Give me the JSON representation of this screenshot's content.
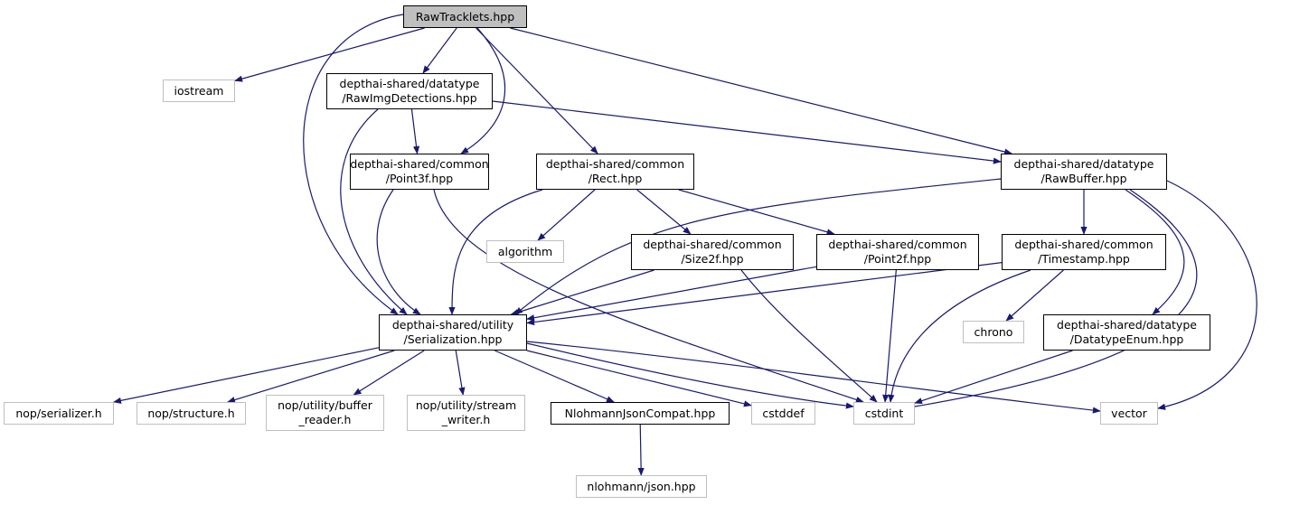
{
  "diagram": {
    "title": "RawTracklets.hpp include dependency graph",
    "edge_color": "#191970",
    "root_fill": "#bfbfbf",
    "external_border": "#bfbfbf",
    "nodes": [
      {
        "id": "root",
        "lines": [
          "RawTracklets.hpp"
        ],
        "kind": "root"
      },
      {
        "id": "iostream",
        "lines": [
          "iostream"
        ],
        "kind": "external"
      },
      {
        "id": "rawimgdet",
        "lines": [
          "depthai-shared/datatype",
          "/RawImgDetections.hpp"
        ],
        "kind": "internal"
      },
      {
        "id": "point3f",
        "lines": [
          "depthai-shared/common",
          "/Point3f.hpp"
        ],
        "kind": "internal"
      },
      {
        "id": "rect",
        "lines": [
          "depthai-shared/common",
          "/Rect.hpp"
        ],
        "kind": "internal"
      },
      {
        "id": "rawbuffer",
        "lines": [
          "depthai-shared/datatype",
          "/RawBuffer.hpp"
        ],
        "kind": "internal"
      },
      {
        "id": "algorithm",
        "lines": [
          "algorithm"
        ],
        "kind": "external"
      },
      {
        "id": "size2f",
        "lines": [
          "depthai-shared/common",
          "/Size2f.hpp"
        ],
        "kind": "internal"
      },
      {
        "id": "point2f",
        "lines": [
          "depthai-shared/common",
          "/Point2f.hpp"
        ],
        "kind": "internal"
      },
      {
        "id": "timestamp",
        "lines": [
          "depthai-shared/common",
          "/Timestamp.hpp"
        ],
        "kind": "internal"
      },
      {
        "id": "serialization",
        "lines": [
          "depthai-shared/utility",
          "/Serialization.hpp"
        ],
        "kind": "internal"
      },
      {
        "id": "chrono",
        "lines": [
          "chrono"
        ],
        "kind": "external"
      },
      {
        "id": "datatypeenum",
        "lines": [
          "depthai-shared/datatype",
          "/DatatypeEnum.hpp"
        ],
        "kind": "internal"
      },
      {
        "id": "nopserializer",
        "lines": [
          "nop/serializer.h"
        ],
        "kind": "external"
      },
      {
        "id": "nopstructure",
        "lines": [
          "nop/structure.h"
        ],
        "kind": "external"
      },
      {
        "id": "nopbufreader",
        "lines": [
          "nop/utility/buffer",
          "_reader.h"
        ],
        "kind": "external"
      },
      {
        "id": "nopstreamwriter",
        "lines": [
          "nop/utility/stream",
          "_writer.h"
        ],
        "kind": "external"
      },
      {
        "id": "nlohmanncompat",
        "lines": [
          "NlohmannJsonCompat.hpp"
        ],
        "kind": "internal"
      },
      {
        "id": "cstddef",
        "lines": [
          "cstddef"
        ],
        "kind": "external"
      },
      {
        "id": "cstdint",
        "lines": [
          "cstdint"
        ],
        "kind": "external"
      },
      {
        "id": "vector",
        "lines": [
          "vector"
        ],
        "kind": "external"
      },
      {
        "id": "nlohmannjson",
        "lines": [
          "nlohmann/json.hpp"
        ],
        "kind": "external"
      }
    ],
    "edges": [
      {
        "from": "root",
        "to": "iostream"
      },
      {
        "from": "root",
        "to": "rawimgdet"
      },
      {
        "from": "root",
        "to": "point3f"
      },
      {
        "from": "root",
        "to": "rect"
      },
      {
        "from": "root",
        "to": "rawbuffer"
      },
      {
        "from": "root",
        "to": "serialization"
      },
      {
        "from": "rawimgdet",
        "to": "point3f"
      },
      {
        "from": "rawimgdet",
        "to": "rawbuffer"
      },
      {
        "from": "rawimgdet",
        "to": "serialization"
      },
      {
        "from": "point3f",
        "to": "serialization"
      },
      {
        "from": "point3f",
        "to": "cstdint"
      },
      {
        "from": "rect",
        "to": "algorithm"
      },
      {
        "from": "rect",
        "to": "size2f"
      },
      {
        "from": "rect",
        "to": "point2f"
      },
      {
        "from": "rect",
        "to": "serialization"
      },
      {
        "from": "rawbuffer",
        "to": "timestamp"
      },
      {
        "from": "rawbuffer",
        "to": "datatypeenum"
      },
      {
        "from": "rawbuffer",
        "to": "serialization"
      },
      {
        "from": "rawbuffer",
        "to": "cstdint"
      },
      {
        "from": "rawbuffer",
        "to": "vector"
      },
      {
        "from": "size2f",
        "to": "serialization"
      },
      {
        "from": "size2f",
        "to": "cstdint"
      },
      {
        "from": "point2f",
        "to": "serialization"
      },
      {
        "from": "point2f",
        "to": "cstdint"
      },
      {
        "from": "timestamp",
        "to": "serialization"
      },
      {
        "from": "timestamp",
        "to": "chrono"
      },
      {
        "from": "timestamp",
        "to": "cstdint"
      },
      {
        "from": "datatypeenum",
        "to": "cstdint"
      },
      {
        "from": "serialization",
        "to": "nopserializer"
      },
      {
        "from": "serialization",
        "to": "nopstructure"
      },
      {
        "from": "serialization",
        "to": "nopbufreader"
      },
      {
        "from": "serialization",
        "to": "nopstreamwriter"
      },
      {
        "from": "serialization",
        "to": "nlohmanncompat"
      },
      {
        "from": "serialization",
        "to": "cstddef"
      },
      {
        "from": "serialization",
        "to": "cstdint"
      },
      {
        "from": "serialization",
        "to": "vector"
      },
      {
        "from": "nlohmanncompat",
        "to": "nlohmannjson"
      }
    ]
  }
}
